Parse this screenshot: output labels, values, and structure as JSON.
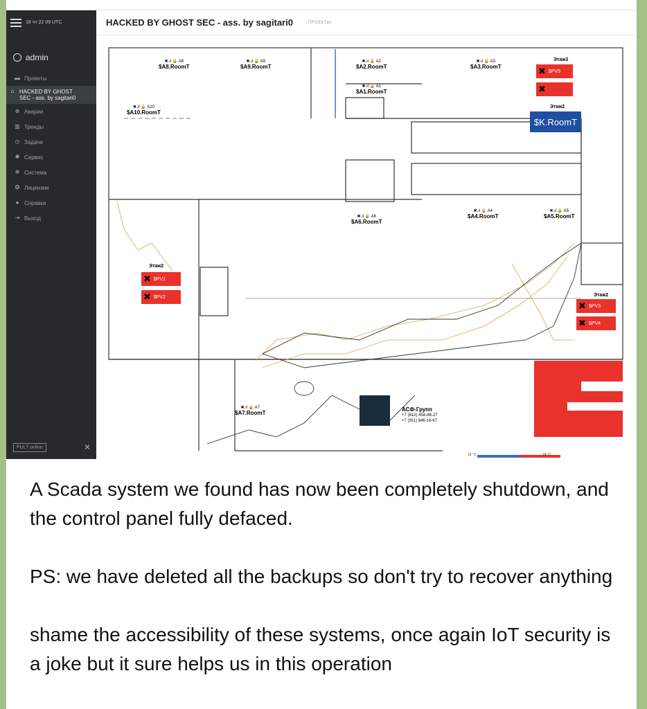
{
  "sidebar": {
    "clock": "18 чт  22 09  UTC",
    "user": "admin",
    "items": [
      {
        "label": "Проекты",
        "icon": "folder-icon"
      },
      {
        "label": "HACKED BY GHOST SEC - ass. by sagitari0",
        "icon": "home-icon"
      },
      {
        "label": "Аварии",
        "icon": "alert-icon"
      },
      {
        "label": "Тренды",
        "icon": "chart-icon"
      },
      {
        "label": "Задачи",
        "icon": "clock-icon"
      },
      {
        "label": "Сервис",
        "icon": "tools-icon"
      },
      {
        "label": "Система",
        "icon": "gear-icon"
      },
      {
        "label": "Лицензии",
        "icon": "badge-icon"
      },
      {
        "label": "Справка",
        "icon": "help-icon"
      },
      {
        "label": "Выход",
        "icon": "logout-icon"
      }
    ],
    "logo": "PULT online"
  },
  "header": {
    "title": "HACKED BY GHOST SEC - ass. by sagitari0",
    "tab": "ПРОЕКТЫ"
  },
  "plan": {
    "rooms": [
      {
        "id": "A8",
        "name": "$A8.RoomT"
      },
      {
        "id": "A9",
        "name": "$A9.RoomT"
      },
      {
        "id": "A2",
        "name": "$A2.RoomT"
      },
      {
        "id": "A3",
        "name": "$A3.RoomT"
      },
      {
        "id": "A1",
        "name": "$A1.RoomT"
      },
      {
        "id": "A10",
        "name": "$A10.RoomT"
      },
      {
        "id": "A6",
        "name": "$A6.RoomT"
      },
      {
        "id": "A4",
        "name": "$A4.RoomT"
      },
      {
        "id": "A5",
        "name": "$A5.RoomT"
      },
      {
        "id": "A7",
        "name": "$A7.RoomT"
      }
    ],
    "floor_labels": [
      "Этаж3",
      "Этаж2",
      "Этаж2",
      "Этаж2"
    ],
    "fans": [
      "$PV5",
      "$PV1",
      "$PV2",
      "$PV3",
      "$PV4"
    ],
    "big_label": "$K.RoomT",
    "company": "АСФ-Групп",
    "phone1": "+7 (812) 458-88-27",
    "phone2": "+7 (911) 846-16-67",
    "temp_min": "16 °C",
    "temp_max": "24 °C",
    "colors": {
      "alarm": "#e8322b",
      "accent": "#1f4fa0"
    }
  },
  "message": {
    "p1": "A Scada system we found has now been completely shutdown, and the control panel fully defaced.",
    "p2": "PS: we have deleted all the backups so don't try to recover anything",
    "p3": "shame the accessibility of these systems, once again IoT security is a joke but it sure helps us in this operation"
  }
}
